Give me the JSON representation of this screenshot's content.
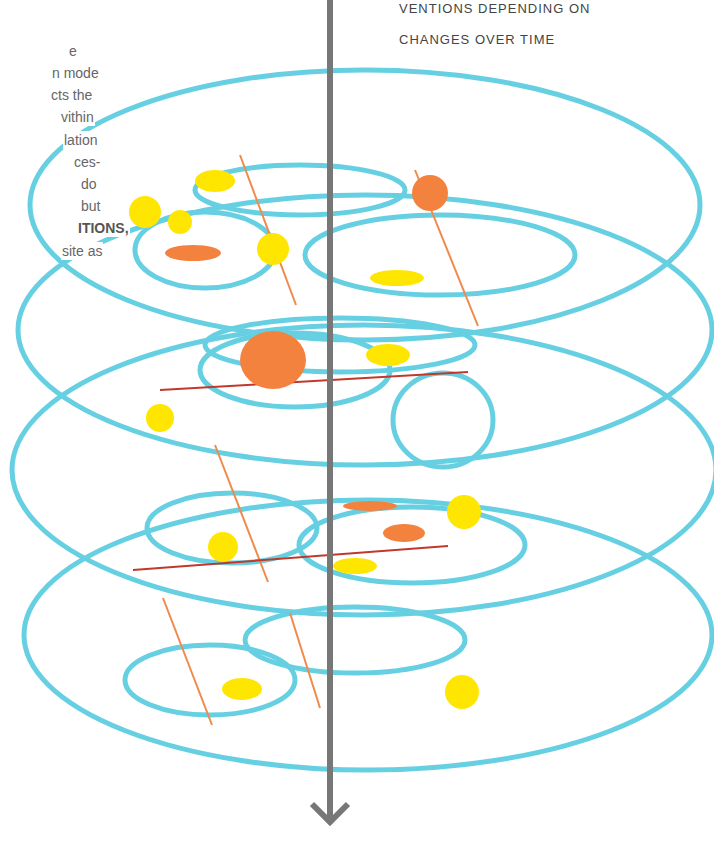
{
  "diagram": {
    "labels": [
      "VENTIONS DEPENDING ON",
      "CHANGES OVER TIME",
      "e",
      "n mode",
      "cts the",
      "vithin",
      "lation",
      "ces-",
      "do",
      "but",
      "ITIONS,",
      "site as"
    ]
  }
}
